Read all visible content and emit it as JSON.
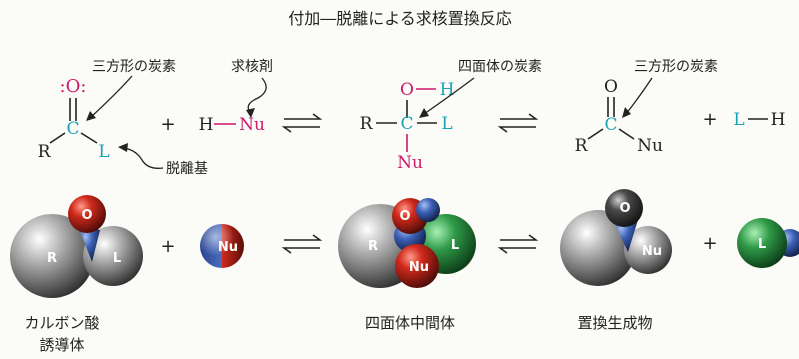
{
  "title": "付加―脱離による求核置換反応",
  "colors": {
    "ink": "#222222",
    "teal": "#1aa3b4",
    "magenta": "#d0186b",
    "red_atom": "#c8281e",
    "gray_atom": "#8c8c8c",
    "blue_atom": "#3a5fb0",
    "green_atom": "#2e9a4a",
    "dark_atom": "#3a3a3a"
  },
  "labels": {
    "trigonal_carbon_1": "三方形の炭素",
    "nucleophile": "求核剤",
    "tetrahedral_carbon": "四面体の炭素",
    "trigonal_carbon_2": "三方形の炭素",
    "leaving_group": "脱離基"
  },
  "reactant": {
    "lone_pairs": ":O:",
    "carbon": "C",
    "r": "R",
    "l": "L"
  },
  "plus1": "+",
  "nucleophile_formula": {
    "h": "H",
    "dash": "—",
    "nu": "Nu"
  },
  "intermediate": {
    "o": "O",
    "dash": "—",
    "h": "H",
    "r": "R",
    "carbon": "C",
    "l": "L",
    "nu": "Nu"
  },
  "product": {
    "o": "O",
    "carbon": "C",
    "r": "R",
    "nu": "Nu"
  },
  "plus2": "+",
  "byproduct": {
    "l": "L",
    "dash": "—",
    "h": "H"
  },
  "models": {
    "reactant": {
      "o": "O",
      "r": "R",
      "l": "L"
    },
    "nucleophile": {
      "nu": "Nu"
    },
    "intermediate": {
      "o": "O",
      "r": "R",
      "l": "L",
      "nu": "Nu"
    },
    "product": {
      "o": "O",
      "nu": "Nu"
    },
    "leaving": {
      "l": "L"
    },
    "plus1": "+",
    "plus2": "+"
  },
  "captions": {
    "reactant_line1": "カルボン酸",
    "reactant_line2": "誘導体",
    "intermediate": "四面体中間体",
    "product": "置換生成物"
  }
}
